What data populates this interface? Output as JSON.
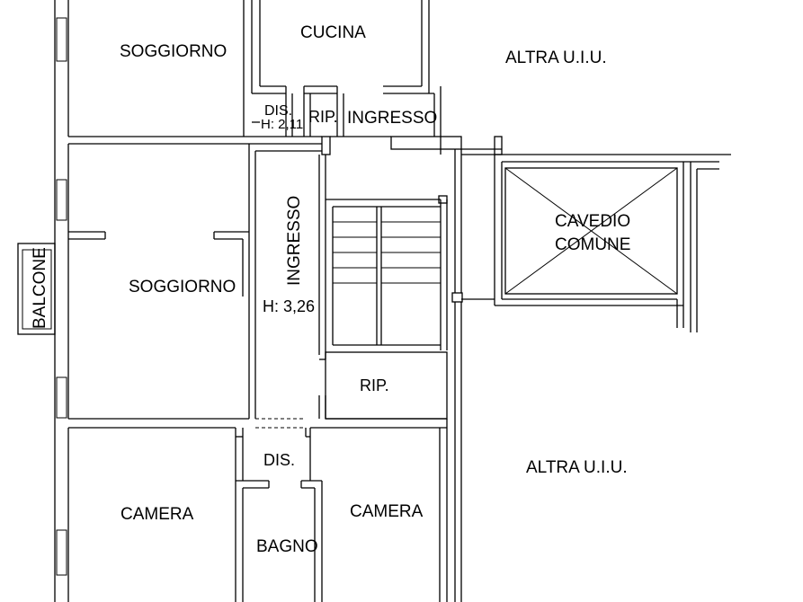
{
  "plan": {
    "rooms": {
      "soggiorno_top": "SOGGIORNO",
      "cucina": "CUCINA",
      "altra_uiu_top": "ALTRA U.I.U.",
      "dis_top": "DIS.",
      "height_top": "H: 2,11",
      "rip_top": "RIP.",
      "ingresso_top": "INGRESSO",
      "ingresso_vertical": "INGRESSO",
      "cavedio_line1": "CAVEDIO",
      "cavedio_line2": "COMUNE",
      "balcone": "BALCONE",
      "soggiorno_mid": "SOGGIORNO",
      "height_mid": "H: 3,26",
      "rip_mid": "RIP.",
      "dis_bottom": "DIS.",
      "altra_uiu_bottom": "ALTRA U.I.U.",
      "camera_left": "CAMERA",
      "camera_right": "CAMERA",
      "bagno": "BAGNO"
    }
  }
}
